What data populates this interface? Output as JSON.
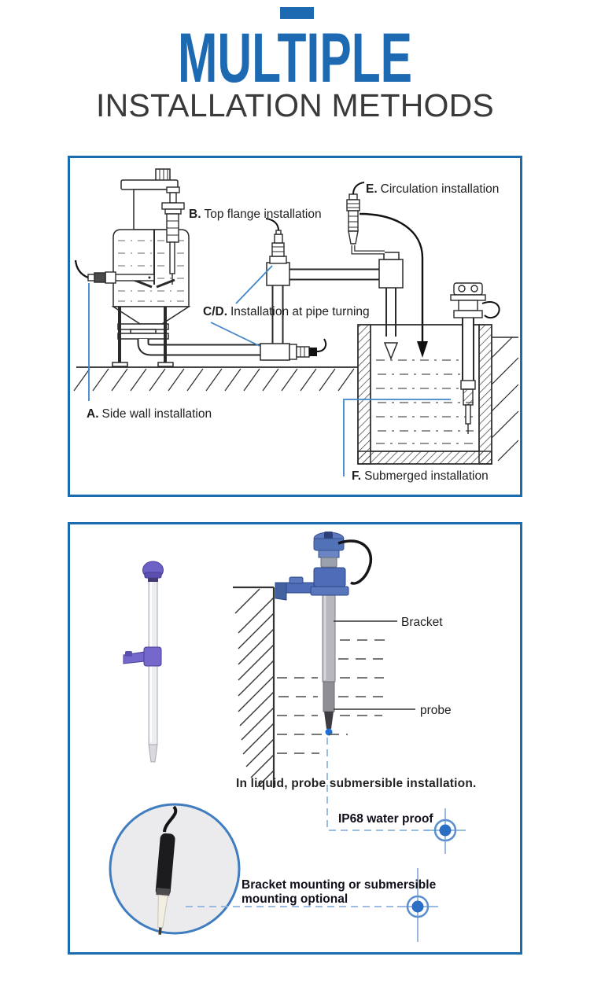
{
  "header": {
    "title": "MULTIPLE",
    "subtitle": "INSTALLATION METHODS",
    "accent_color": "#1d6ab3",
    "title_color": "#1d6ab3",
    "subtitle_color": "#3a3a3a"
  },
  "diagram1": {
    "border_color": "#1a6cae",
    "callout_color": "#4086c8",
    "labels": {
      "a": {
        "prefix": "A.",
        "text": "Side wall installation"
      },
      "b": {
        "prefix": "B.",
        "text": "Top flange installation"
      },
      "cd": {
        "prefix": "C/D.",
        "text": "Installation at pipe turning"
      },
      "e": {
        "prefix": "E.",
        "text": "Circulation installation"
      },
      "f": {
        "prefix": "F.",
        "text": "Submerged installation"
      }
    }
  },
  "diagram2": {
    "border_color": "#1a6cae",
    "bracket_label": "Bracket",
    "probe_label": "probe",
    "caption": "In liquid, probe submersible installation.",
    "ip68_label": "IP68 water proof",
    "mounting_label_line1": "Bracket mounting or submersible",
    "mounting_label_line2": "mounting optional",
    "dashed_color": "#8fb4dc",
    "target_color": "#2a6fc4",
    "probe_cap_color": "#6e61c5",
    "bracket_color": "#4e6cb8",
    "probe_tube_color": "#b7b7bd"
  }
}
